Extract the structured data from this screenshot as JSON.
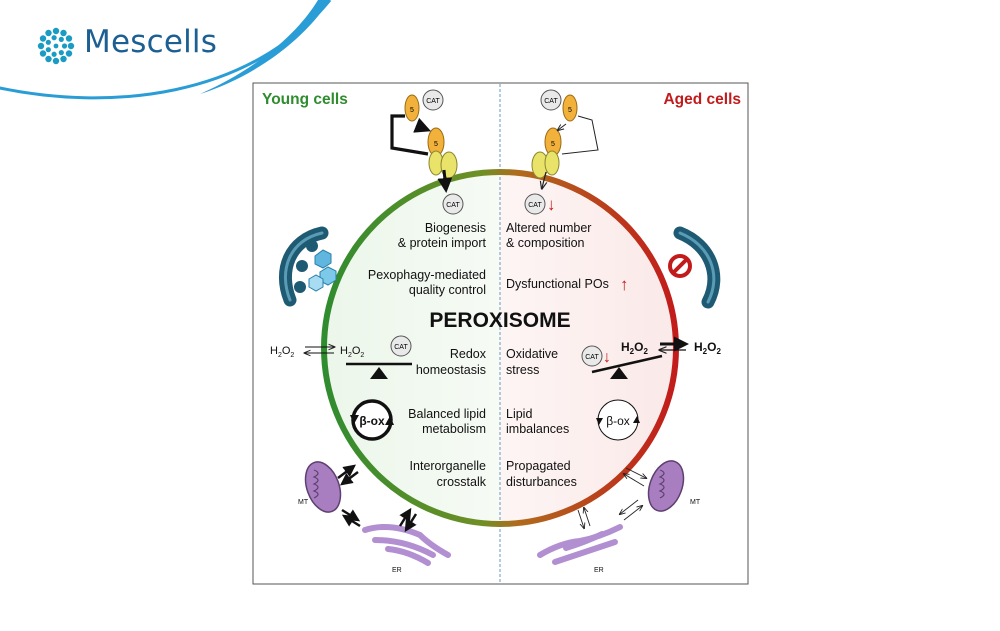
{
  "brand": {
    "name": "Mescells",
    "accent": "#1c5f92",
    "dot_color": "#1a9bc4"
  },
  "diagram": {
    "left_heading": "Young cells",
    "right_heading": "Aged cells",
    "center_title": "PEROXISOME",
    "colors": {
      "young": "#2f8c2f",
      "aged": "#c21b1b",
      "pex": "#f2b13b",
      "docking": "#e9e36a",
      "lysosome": "#1f5a73",
      "mito": "#a97ec0",
      "er": "#b28fd0"
    },
    "left": {
      "biogenesis": [
        "Biogenesis",
        "& protein import"
      ],
      "pexophagy": [
        "Pexophagy-mediated",
        "quality control"
      ],
      "redox": [
        "Redox",
        "homeostasis"
      ],
      "lipid": [
        "Balanced lipid",
        "metabolism"
      ],
      "crosstalk": [
        "Interorganelle",
        "crosstalk"
      ]
    },
    "right": {
      "altered": [
        "Altered number",
        "& composition"
      ],
      "dysfunctional": "Dysfunctional POs",
      "oxidative": [
        "Oxidative",
        "stress"
      ],
      "lipid": [
        "Lipid",
        "imbalances"
      ],
      "propagated": [
        "Propagated",
        "disturbances"
      ]
    },
    "cat_label": "CAT",
    "pex_label": "5",
    "beta_ox": "β-ox",
    "mt_label": "MT",
    "er_label": "ER",
    "h2o2": {
      "base": "H",
      "sub1": "2",
      "mid": "O",
      "sub2": "2"
    },
    "up_arrow": "↑",
    "down_arrow": "↓"
  }
}
